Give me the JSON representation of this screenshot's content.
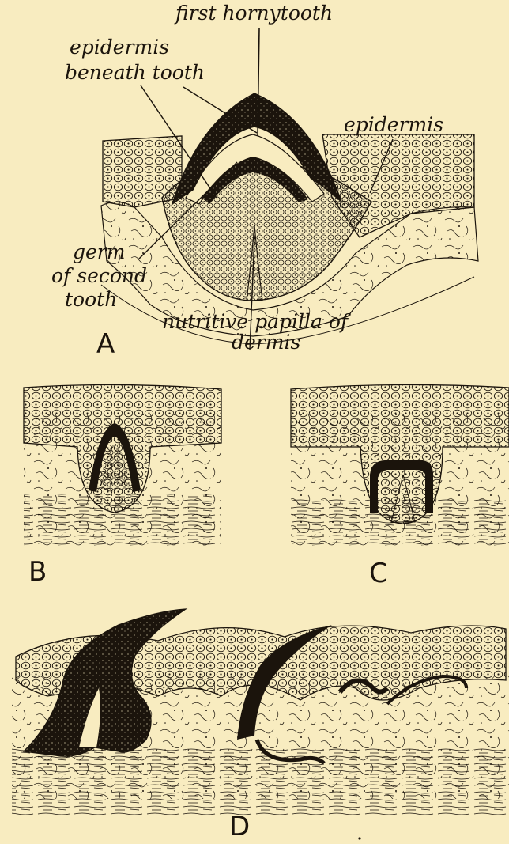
{
  "figure": {
    "panels": {
      "A": {
        "letter": "A",
        "labels": {
          "first_horny_tooth": "first hornytooth",
          "epidermis_beneath_tooth_1": "epidermis",
          "epidermis_beneath_tooth_2": "beneath tooth",
          "epidermis": "epidermis",
          "germ_1": "germ",
          "germ_2": "of second",
          "germ_3": "tooth",
          "papilla_1": "nutritive papilla of",
          "papilla_2": "dermis"
        }
      },
      "B": {
        "letter": "B"
      },
      "C": {
        "letter": "C"
      },
      "D": {
        "letter": "D"
      }
    },
    "colors": {
      "background": "#f8ecc0",
      "ink": "#1b140c"
    }
  }
}
